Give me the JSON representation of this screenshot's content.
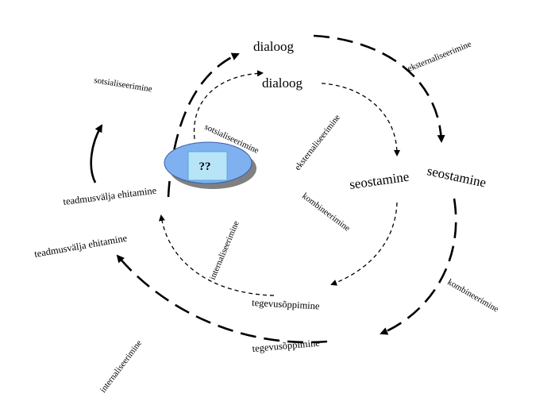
{
  "diagram": {
    "outer": {
      "top": "dialoog",
      "top_right_arc": "eksternaliseerimine",
      "right": "seostamine",
      "bottom_right_arc": "kombineerimine",
      "bottom": "tegevusõppimine",
      "bottom_left_arc": "internaliseerimine",
      "left": "teadmusvälja ehitamine",
      "top_left_arc": "sotsialiseerimine"
    },
    "inner": {
      "top": "dialoog",
      "top_left_arc": "sotsialiseerimine",
      "top_right_arc": "eksternaliseerimine",
      "right": "seostamine",
      "bottom_right_arc": "kombineerimine",
      "bottom": "tegevusõppimine",
      "bottom_left_arc": "internaliseerimine",
      "left": "teadmusvälja ehitamine"
    },
    "center_box": "??",
    "colors": {
      "ellipse_fill": "#7fb0f0",
      "ellipse_shadow": "#808080",
      "box_fill": "#b8e4f8",
      "line": "#000000"
    }
  }
}
